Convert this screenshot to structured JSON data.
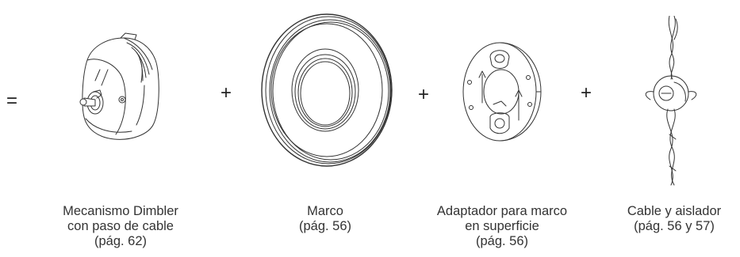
{
  "operators": {
    "equals": "=",
    "plus": "+"
  },
  "items": [
    {
      "icon": "dimbler-switch-mechanism-icon",
      "caption": [
        "Mecanismo Dimbler",
        "con paso de cable",
        "(pág. 62)"
      ]
    },
    {
      "icon": "round-frame-icon",
      "caption": [
        "Marco",
        "(pág. 56)"
      ]
    },
    {
      "icon": "surface-frame-adapter-icon",
      "caption": [
        "Adaptador para marco",
        "en superficie",
        "(pág. 56)"
      ]
    },
    {
      "icon": "twisted-cable-insulator-icon",
      "caption": [
        "Cable y aislador",
        "(pág. 56 y 57)"
      ]
    }
  ]
}
